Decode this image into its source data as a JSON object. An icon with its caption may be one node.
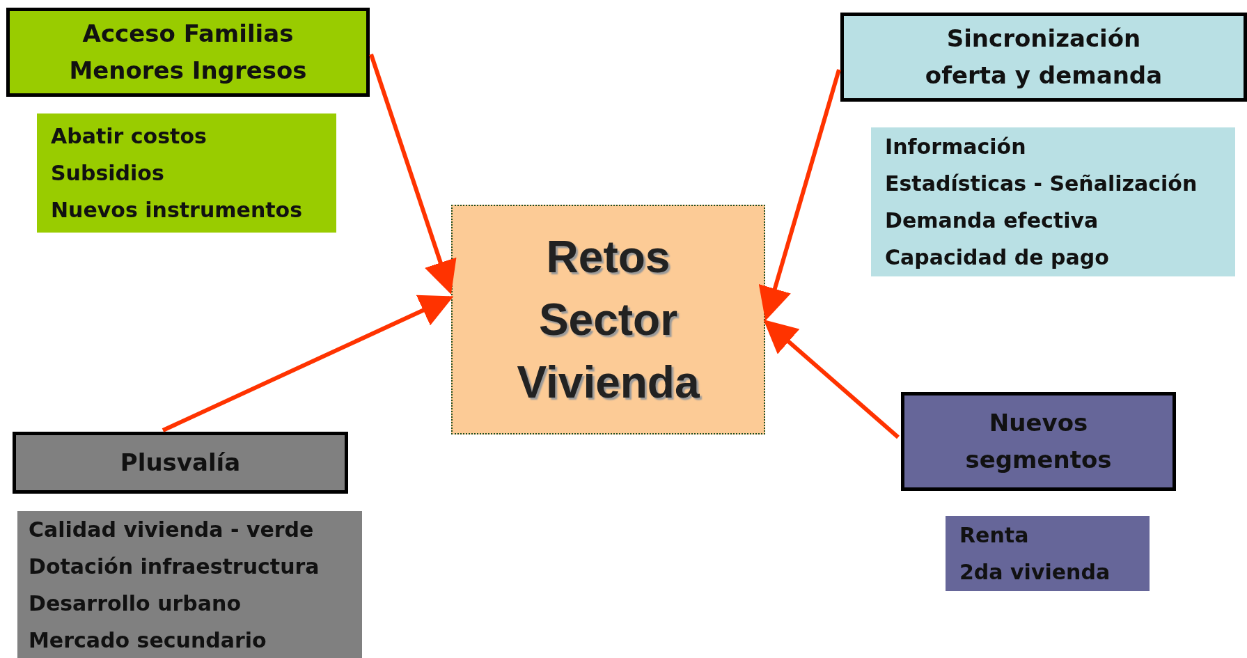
{
  "diagram": {
    "nodes": [
      {
        "text": [
          "Acceso Familias Menores Ingresos"
        ]
      },
      {
        "text": [
          "Abatir costos",
          "Subsidios",
          "Nuevos instrumentos"
        ]
      },
      {
        "text": [
          "Sincronización oferta y demanda"
        ]
      },
      {
        "text": [
          "Información",
          "Estadísticas - Señalización",
          "Demanda efectiva",
          "Capacidad de pago"
        ]
      },
      {
        "text": [
          "Retos Sector Vivienda"
        ]
      },
      {
        "text": [
          "Plusvalía"
        ]
      },
      {
        "text": [
          "Calidad vivienda - verde",
          "Dotación infraestructura",
          "Desarrollo urbano",
          "Mercado secundario"
        ]
      },
      {
        "text": [
          "Nuevos segmentos"
        ]
      },
      {
        "text": [
          "Renta",
          "2da vivienda"
        ]
      }
    ],
    "edges": [
      {
        "from": 0,
        "to": 4,
        "arrow": "to"
      },
      {
        "from": 2,
        "to": 4,
        "arrow": "to"
      },
      {
        "from": 5,
        "to": 4,
        "arrow": "to"
      },
      {
        "from": 7,
        "to": 4,
        "arrow": "to"
      }
    ]
  }
}
